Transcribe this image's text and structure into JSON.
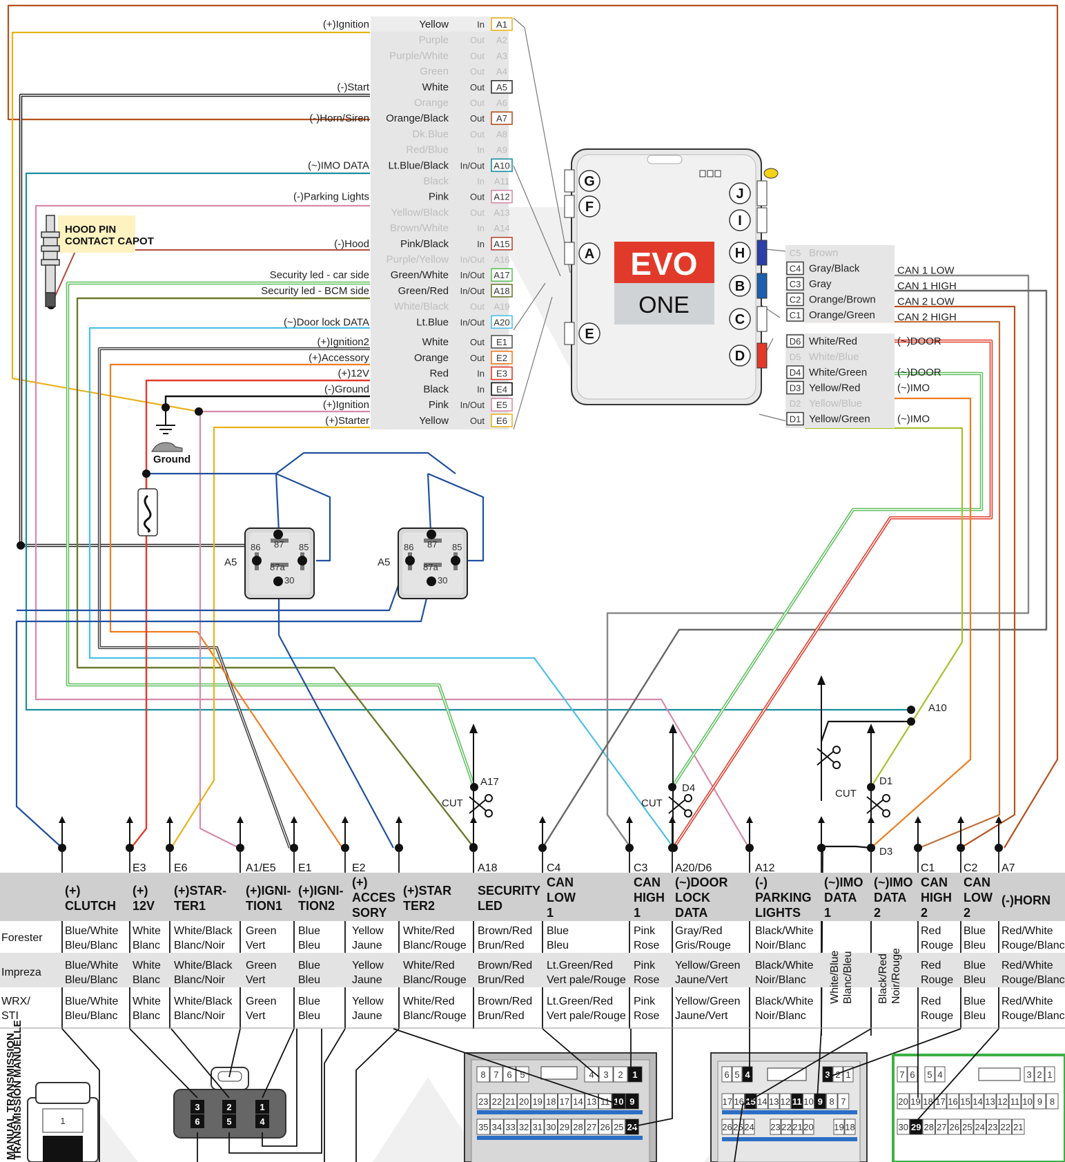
{
  "harness_left": [
    {
      "func": "(+)Ignition",
      "color": "Yellow",
      "dir": "In",
      "pin": "A1",
      "wire": "#e9b21c",
      "dim": false
    },
    {
      "func": "",
      "color": "Purple",
      "dir": "Out",
      "pin": "A2",
      "wire": "",
      "dim": true
    },
    {
      "func": "",
      "color": "Purple/White",
      "dir": "Out",
      "pin": "A3",
      "wire": "",
      "dim": true
    },
    {
      "func": "",
      "color": "Green",
      "dir": "Out",
      "pin": "A4",
      "wire": "",
      "dim": true
    },
    {
      "func": "(-)Start",
      "color": "White",
      "dir": "Out",
      "pin": "A5",
      "wire": "#333333",
      "dim": false
    },
    {
      "func": "",
      "color": "Orange",
      "dir": "Out",
      "pin": "A6",
      "wire": "",
      "dim": true
    },
    {
      "func": "(-)Horn/Siren",
      "color": "Orange/Black",
      "dir": "Out",
      "pin": "A7",
      "wire": "#b5501e",
      "dim": false
    },
    {
      "func": "",
      "color": "Dk.Blue",
      "dir": "Out",
      "pin": "A8",
      "wire": "",
      "dim": true
    },
    {
      "func": "",
      "color": "Red/Blue",
      "dir": "In",
      "pin": "A9",
      "wire": "",
      "dim": true
    },
    {
      "func": "(~)IMO DATA",
      "color": "Lt.Blue/Black",
      "dir": "In/Out",
      "pin": "A10",
      "wire": "#1a8da0",
      "dim": false
    },
    {
      "func": "",
      "color": "Black",
      "dir": "In",
      "pin": "A11",
      "wire": "",
      "dim": true
    },
    {
      "func": "(-)Parking Lights",
      "color": "Pink",
      "dir": "Out",
      "pin": "A12",
      "wire": "#d68aaa",
      "dim": false
    },
    {
      "func": "",
      "color": "Yellow/Black",
      "dir": "Out",
      "pin": "A13",
      "wire": "",
      "dim": true
    },
    {
      "func": "",
      "color": "Brown/White",
      "dir": "In",
      "pin": "A14",
      "wire": "",
      "dim": true
    },
    {
      "func": "(-)Hood",
      "color": "Pink/Black",
      "dir": "In",
      "pin": "A15",
      "wire": "#b04a3a",
      "dim": false
    },
    {
      "func": "",
      "color": "Purple/Yellow",
      "dir": "In/Out",
      "pin": "A16",
      "wire": "",
      "dim": true
    },
    {
      "func": "Security led - car side",
      "color": "Green/White",
      "dir": "In/Out",
      "pin": "A17",
      "wire": "#5fbf5f",
      "dim": false
    },
    {
      "func": "Security led - BCM side",
      "color": "Green/Red",
      "dir": "In/Out",
      "pin": "A18",
      "wire": "#6b7a2e",
      "dim": false
    },
    {
      "func": "",
      "color": "White/Black",
      "dir": "Out",
      "pin": "A19",
      "wire": "",
      "dim": true
    },
    {
      "func": "(~)Door lock DATA",
      "color": "Lt.Blue",
      "dir": "In/Out",
      "pin": "A20",
      "wire": "#4ac0e8",
      "dim": false
    }
  ],
  "harness_e": [
    {
      "func": "(+)Ignition2",
      "color": "White",
      "dir": "Out",
      "pin": "E1",
      "wire": "#555555"
    },
    {
      "func": "(+)Accessory",
      "color": "Orange",
      "dir": "Out",
      "pin": "E2",
      "wire": "#ee7d20"
    },
    {
      "func": "(+)12V",
      "color": "Red",
      "dir": "In",
      "pin": "E3",
      "wire": "#e23a2a"
    },
    {
      "func": "(-)Ground",
      "color": "Black",
      "dir": "In",
      "pin": "E4",
      "wire": "#111111"
    },
    {
      "func": "(+)Ignition",
      "color": "Pink",
      "dir": "In/Out",
      "pin": "E5",
      "wire": "#d68aaa"
    },
    {
      "func": "(+)Starter",
      "color": "Yellow",
      "dir": "Out",
      "pin": "E6",
      "wire": "#e9b21c"
    }
  ],
  "harness_c": [
    {
      "pin": "C5",
      "color": "Brown",
      "can": "",
      "dim": true
    },
    {
      "pin": "C4",
      "color": "Gray/Black",
      "can": "CAN 1 LOW",
      "dim": false
    },
    {
      "pin": "C3",
      "color": "Gray",
      "can": "CAN 1 HIGH",
      "dim": false
    },
    {
      "pin": "C2",
      "color": "Orange/Brown",
      "can": "CAN 2 LOW",
      "dim": false
    },
    {
      "pin": "C1",
      "color": "Orange/Green",
      "can": "CAN 2 HIGH",
      "dim": false
    }
  ],
  "harness_d": [
    {
      "pin": "D6",
      "color": "White/Red",
      "func": "(~)DOOR",
      "dim": false
    },
    {
      "pin": "D5",
      "color": "White/Blue",
      "func": "",
      "dim": true
    },
    {
      "pin": "D4",
      "color": "White/Green",
      "func": "(~)DOOR",
      "dim": false
    },
    {
      "pin": "D3",
      "color": "Yellow/Red",
      "func": "(~)IMO",
      "dim": false
    },
    {
      "pin": "D2",
      "color": "Yellow/Blue",
      "func": "",
      "dim": true
    },
    {
      "pin": "D1",
      "color": "Yellow/Green",
      "func": "(~)IMO",
      "dim": false
    }
  ],
  "module": {
    "ports_left": [
      "G",
      "F",
      "A",
      "E"
    ],
    "ports_right": [
      "J",
      "I",
      "H",
      "B",
      "C",
      "D"
    ],
    "logo_top": "EVO",
    "logo_bottom": "ONE"
  },
  "hood_pin": {
    "line1": "HOOD PIN",
    "line2": "CONTACT CAPOT"
  },
  "ground_label": "Ground",
  "relay": {
    "p86": "86",
    "p87": "87",
    "p85": "85",
    "p87a": "87a",
    "p30": "30",
    "label": "A5"
  },
  "cut_label": "CUT",
  "callouts": {
    "a17": "A17",
    "d4": "D4",
    "d1": "D1",
    "d3": "D3",
    "a10": "A10"
  },
  "table": {
    "columns": [
      {
        "pin": "",
        "label": [
          "(+)",
          "CLUTCH"
        ]
      },
      {
        "pin": "E3",
        "label": [
          "(+)",
          "12V"
        ]
      },
      {
        "pin": "E6",
        "label": [
          "(+)STAR-",
          "TER1"
        ]
      },
      {
        "pin": "A1/E5",
        "label": [
          "(+)IGNI-",
          "TION1"
        ]
      },
      {
        "pin": "E1",
        "label": [
          "(+)IGNI-",
          "TION2"
        ]
      },
      {
        "pin": "E2",
        "label": [
          "(+)",
          "ACCES",
          "SORY"
        ]
      },
      {
        "pin": "",
        "label": [
          "(+)STAR",
          "TER2"
        ]
      },
      {
        "pin": "A18",
        "label": [
          "SECURITY",
          "LED"
        ]
      },
      {
        "pin": "C4",
        "label": [
          "CAN",
          "LOW",
          "1"
        ]
      },
      {
        "pin": "C3",
        "label": [
          "CAN",
          "HIGH",
          "1"
        ]
      },
      {
        "pin": "A20/D6",
        "label": [
          "(~)DOOR",
          "LOCK",
          "DATA"
        ]
      },
      {
        "pin": "A12",
        "label": [
          "(-)",
          "PARKING",
          "LIGHTS"
        ]
      },
      {
        "pin": "",
        "label": [
          "(~)IMO",
          "DATA",
          "1"
        ]
      },
      {
        "pin": "",
        "label": [
          "(~)IMO",
          "DATA",
          "2"
        ]
      },
      {
        "pin": "C1",
        "label": [
          "CAN",
          "HIGH",
          "2"
        ]
      },
      {
        "pin": "C2",
        "label": [
          "CAN",
          "LOW",
          "2"
        ]
      },
      {
        "pin": "A7",
        "label": [
          "(-)HORN"
        ]
      }
    ],
    "rows": [
      {
        "name": [
          "Forester"
        ],
        "cells": [
          [
            "Blue/White",
            "Bleu/Blanc"
          ],
          [
            "White",
            "Blanc"
          ],
          [
            "White/Black",
            "Blanc/Noir"
          ],
          [
            "Green",
            "Vert"
          ],
          [
            "Blue",
            "Bleu"
          ],
          [
            "Yellow",
            "Jaune"
          ],
          [
            "White/Red",
            "Blanc/Rouge"
          ],
          [
            "Brown/Red",
            "Brun/Red"
          ],
          [
            "Blue",
            "Bleu"
          ],
          [
            "Pink",
            "Rose"
          ],
          [
            "Gray/Red",
            "Gris/Rouge"
          ],
          [
            "Black/White",
            "Noir/Blanc"
          ],
          [],
          [],
          [
            "Red",
            "Rouge"
          ],
          [
            "Blue",
            "Bleu"
          ],
          [
            "Red/White",
            "Rouge/Blanc"
          ]
        ]
      },
      {
        "name": [
          "Impreza"
        ],
        "cells": [
          [
            "Blue/White",
            "Bleu/Blanc"
          ],
          [
            "White",
            "Blanc"
          ],
          [
            "White/Black",
            "Blanc/Noir"
          ],
          [
            "Green",
            "Vert"
          ],
          [
            "Blue",
            "Bleu"
          ],
          [
            "Yellow",
            "Jaune"
          ],
          [
            "White/Red",
            "Blanc/Rouge"
          ],
          [
            "Brown/Red",
            "Brun/Red"
          ],
          [
            "Lt.Green/Red",
            "Vert pale/Rouge"
          ],
          [
            "Pink",
            "Rose"
          ],
          [
            "Yellow/Green",
            "Jaune/Vert"
          ],
          [
            "Black/White",
            "Noir/Blanc"
          ],
          [],
          [],
          [
            "Red",
            "Rouge"
          ],
          [
            "Blue",
            "Bleu"
          ],
          [
            "Red/White",
            "Rouge/Blanc"
          ]
        ]
      },
      {
        "name": [
          "WRX/",
          "STI"
        ],
        "cells": [
          [
            "Blue/White",
            "Bleu/Blanc"
          ],
          [
            "White",
            "Blanc"
          ],
          [
            "White/Black",
            "Blanc/Noir"
          ],
          [
            "Green",
            "Vert"
          ],
          [
            "Blue",
            "Bleu"
          ],
          [
            "Yellow",
            "Jaune"
          ],
          [
            "White/Red",
            "Blanc/Rouge"
          ],
          [
            "Brown/Red",
            "Brun/Red"
          ],
          [
            "Lt.Green/Red",
            "Vert pale/Rouge"
          ],
          [
            "Pink",
            "Rose"
          ],
          [
            "Yellow/Green",
            "Jaune/Vert"
          ],
          [
            "Black/White",
            "Noir/Blanc"
          ],
          [],
          [],
          [
            "Red",
            "Rouge"
          ],
          [
            "Blue",
            "Bleu"
          ],
          [
            "Red/White",
            "Rouge/Blanc"
          ]
        ]
      }
    ],
    "imo1_vertical": [
      "White/Blue",
      "Blanc/Bleu"
    ],
    "imo2_vertical": [
      "Black/Red",
      "Noir/Rouge"
    ]
  },
  "bottom": {
    "manual_line1": "MANUAL TRANSMISSION",
    "manual_line2": "TRANSMISSION MANUELLE",
    "clutch_pin": "1",
    "ign_conn": [
      "3",
      "2",
      "1",
      "6",
      "5",
      "4"
    ],
    "conn1_row1": [
      "8",
      "7",
      "6",
      "5",
      "4",
      "3",
      "2",
      "1"
    ],
    "conn1_row2": [
      "23",
      "22",
      "21",
      "20",
      "19",
      "18",
      "17",
      "14",
      "13",
      "11",
      "10",
      "9"
    ],
    "conn1_row3": [
      "35",
      "34",
      "33",
      "32",
      "31",
      "30",
      "29",
      "28",
      "27",
      "26",
      "25",
      "24"
    ],
    "conn2_row1": [
      "6",
      "5",
      "4",
      "3",
      "2",
      "1"
    ],
    "conn2_row2": [
      "17",
      "16",
      "15",
      "14",
      "13",
      "12",
      "11",
      "10",
      "9",
      "8",
      "7"
    ],
    "conn2_row3": [
      "26",
      "25",
      "24",
      "23",
      "22",
      "21",
      "20",
      "19",
      "18"
    ],
    "conn3_row1": [
      "7",
      "6",
      "5",
      "4",
      "3",
      "2",
      "1"
    ],
    "conn3_row2": [
      "20",
      "19",
      "18",
      "17",
      "16",
      "15",
      "14",
      "13",
      "12",
      "11",
      "10",
      "9",
      "8"
    ],
    "conn3_row3": [
      "30",
      "29",
      "28",
      "27",
      "26",
      "25",
      "24",
      "23",
      "22",
      "21"
    ]
  }
}
